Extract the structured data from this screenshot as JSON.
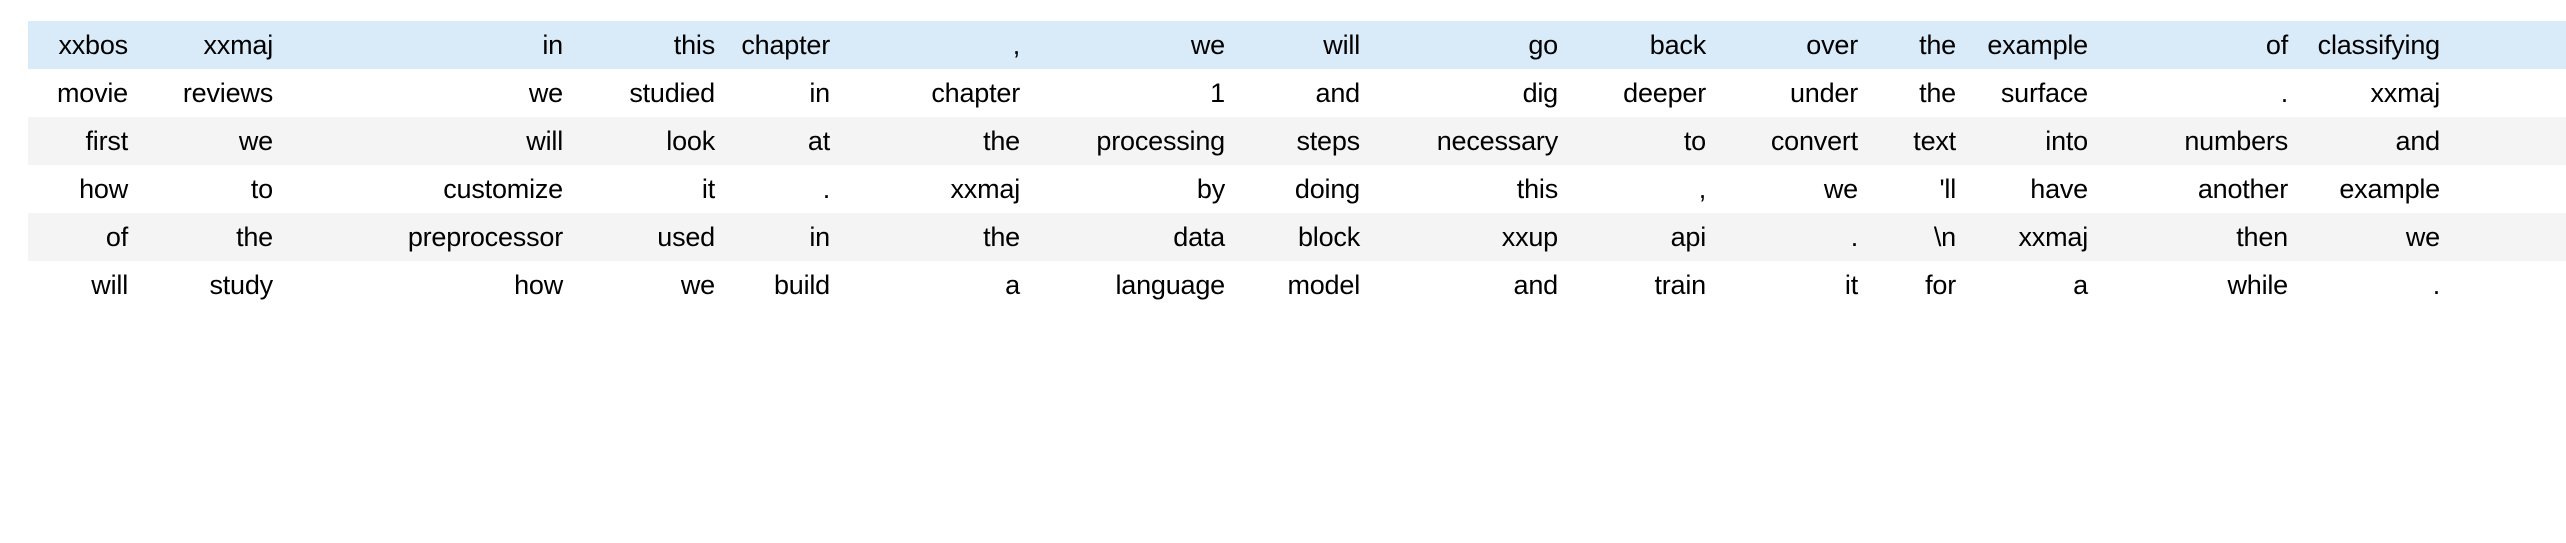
{
  "table": {
    "name": "token-table",
    "colors": {
      "highlight_row_bg": "#d9eaf8",
      "odd_row_bg": "#f4f4f4",
      "even_row_bg": "#ffffff",
      "text": "#000000",
      "page_bg": "#ffffff"
    },
    "column_count": 16,
    "row_count": 6,
    "rows": [
      {
        "style": "highlight",
        "cells": [
          "xxbos",
          "xxmaj",
          "in",
          "this",
          "chapter",
          ",",
          "we",
          "will",
          "go",
          "back",
          "over",
          "the",
          "example",
          "of",
          "classifying"
        ]
      },
      {
        "style": "even",
        "cells": [
          "movie",
          "reviews",
          "we",
          "studied",
          "in",
          "chapter",
          "1",
          "and",
          "dig",
          "deeper",
          "under",
          "the",
          "surface",
          ".",
          "xxmaj"
        ]
      },
      {
        "style": "odd",
        "cells": [
          "first",
          "we",
          "will",
          "look",
          "at",
          "the",
          "processing",
          "steps",
          "necessary",
          "to",
          "convert",
          "text",
          "into",
          "numbers",
          "and"
        ]
      },
      {
        "style": "even",
        "cells": [
          "how",
          "to",
          "customize",
          "it",
          ".",
          "xxmaj",
          "by",
          "doing",
          "this",
          ",",
          "we",
          "'ll",
          "have",
          "another",
          "example"
        ]
      },
      {
        "style": "odd",
        "cells": [
          "of",
          "the",
          "preprocessor",
          "used",
          "in",
          "the",
          "data",
          "block",
          "xxup",
          "api",
          ".",
          "\\n",
          "xxmaj",
          "then",
          "we"
        ]
      },
      {
        "style": "even",
        "cells": [
          "will",
          "study",
          "how",
          "we",
          "build",
          "a",
          "language",
          "model",
          "and",
          "train",
          "it",
          "for",
          "a",
          "while",
          "."
        ]
      }
    ]
  }
}
